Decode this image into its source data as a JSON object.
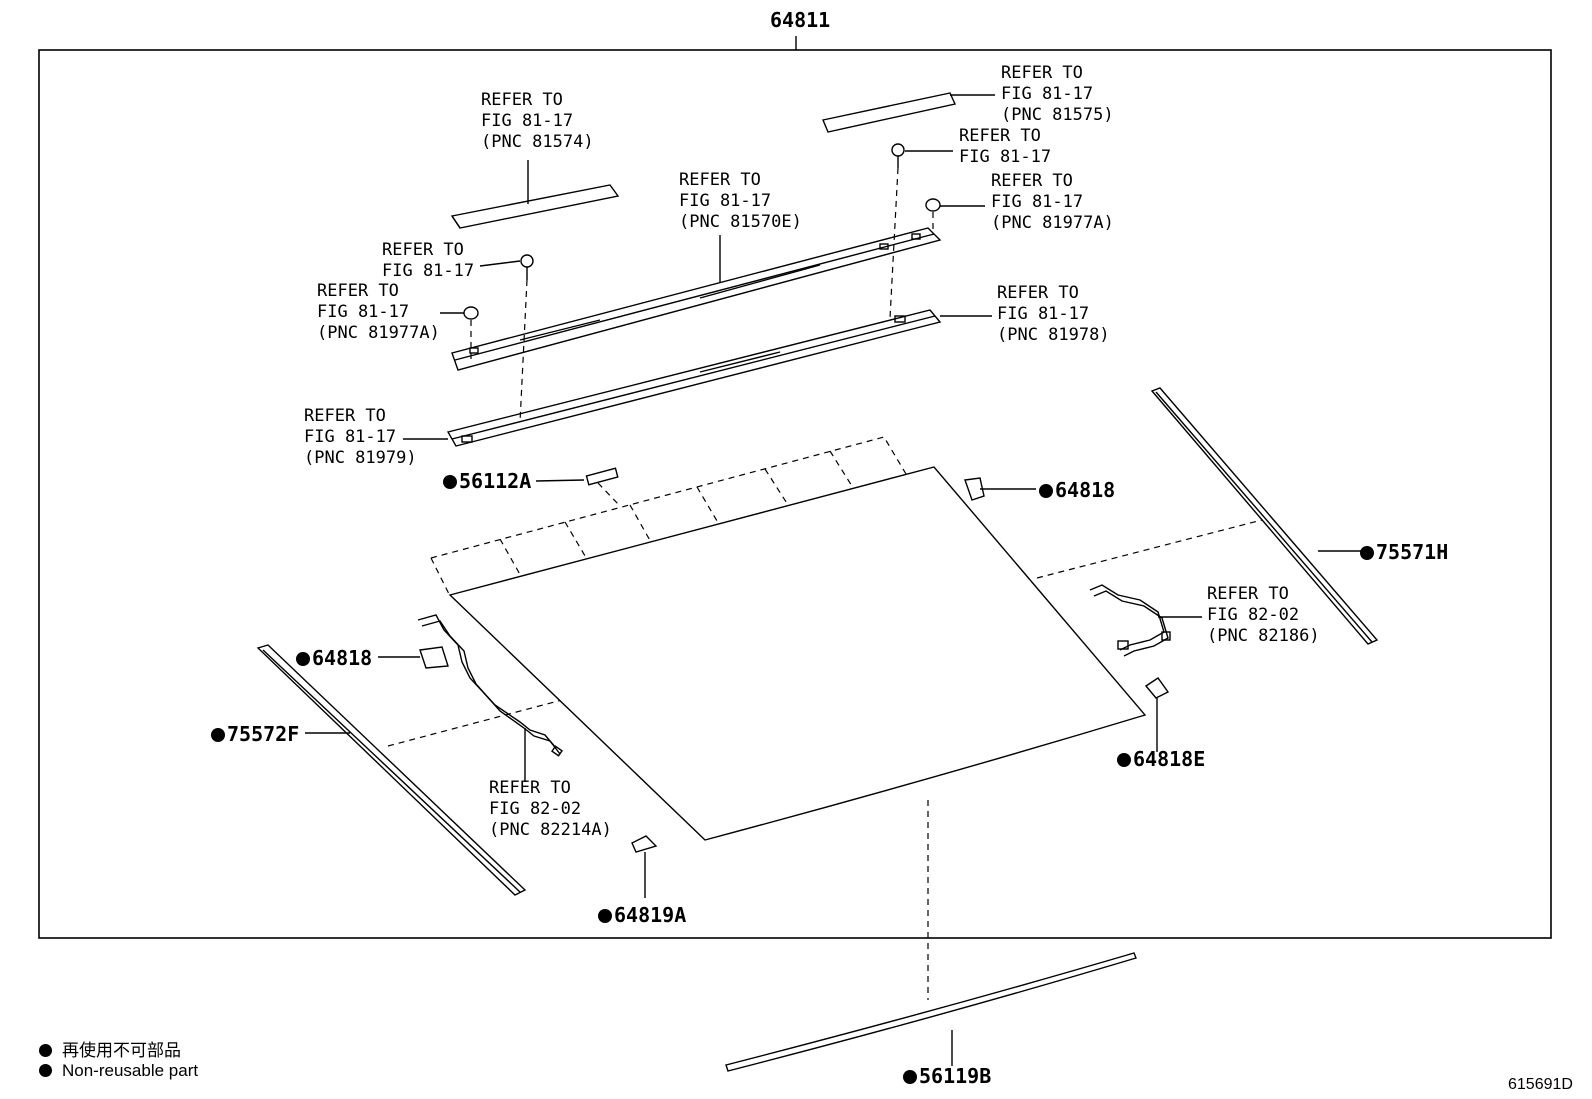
{
  "diagram_id": "615691D",
  "main_part": "64811",
  "refer": {
    "r81575": [
      "REFER TO",
      "FIG 81-17",
      "(PNC 81575)"
    ],
    "r81574": [
      "REFER TO",
      "FIG 81-17",
      "(PNC 81574)"
    ],
    "r_bolt_right": [
      "REFER TO",
      "FIG 81-17"
    ],
    "r81977a_right": [
      "REFER TO",
      "FIG 81-17",
      "(PNC 81977A)"
    ],
    "r81570e": [
      "REFER TO",
      "FIG 81-17",
      "(PNC 81570E)"
    ],
    "r_bolt_left": [
      "REFER TO",
      "FIG 81-17"
    ],
    "r81977a_left": [
      "REFER TO",
      "FIG 81-17",
      "(PNC 81977A)"
    ],
    "r81978": [
      "REFER TO",
      "FIG 81-17",
      "(PNC 81978)"
    ],
    "r81979": [
      "REFER TO",
      "FIG 81-17",
      "(PNC 81979)"
    ],
    "r82186": [
      "REFER TO",
      "FIG 82-02",
      "(PNC 82186)"
    ],
    "r82214a": [
      "REFER TO",
      "FIG 82-02",
      "(PNC 82214A)"
    ]
  },
  "parts": {
    "p56112a": "56112A",
    "p64818_top": "64818",
    "p75571h": "75571H",
    "p64818_left": "64818",
    "p75572f": "75572F",
    "p64818e": "64818E",
    "p64819a": "64819A",
    "p56119b": "56119B"
  },
  "legend": {
    "line_jp": "再使用不可部品",
    "line_en": "Non-reusable part"
  }
}
